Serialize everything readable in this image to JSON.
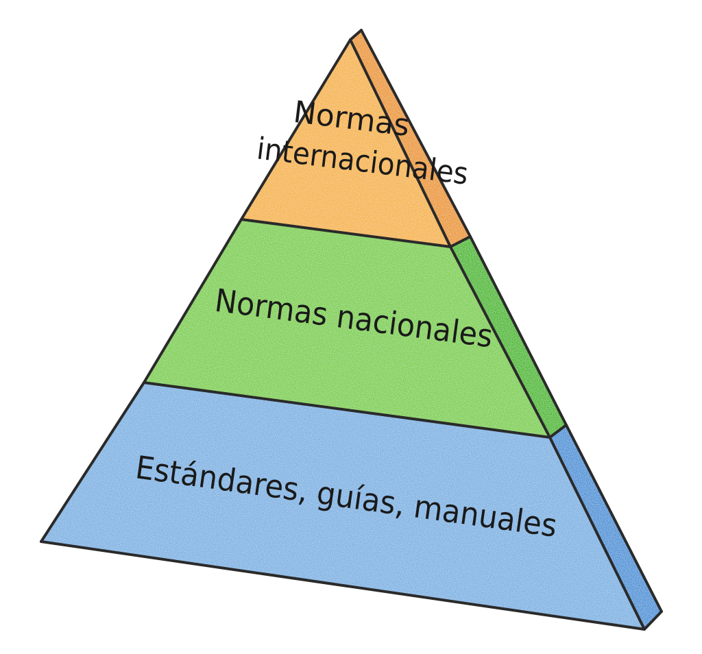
{
  "diagram": {
    "levels": [
      {
        "id": "top",
        "lines": [
          "Normas",
          "internacionales"
        ],
        "front_color": "#f6b548",
        "side_color": "#ec9a2e"
      },
      {
        "id": "middle",
        "lines": [
          "Normas nacionales"
        ],
        "front_color": "#7fd04f",
        "side_color": "#4dbb2c"
      },
      {
        "id": "bottom",
        "lines": [
          "Estándares, guías, manuales"
        ],
        "front_color": "#7fb4e4",
        "side_color": "#4e95d8"
      }
    ],
    "outline_color": "#2a2a2a"
  }
}
